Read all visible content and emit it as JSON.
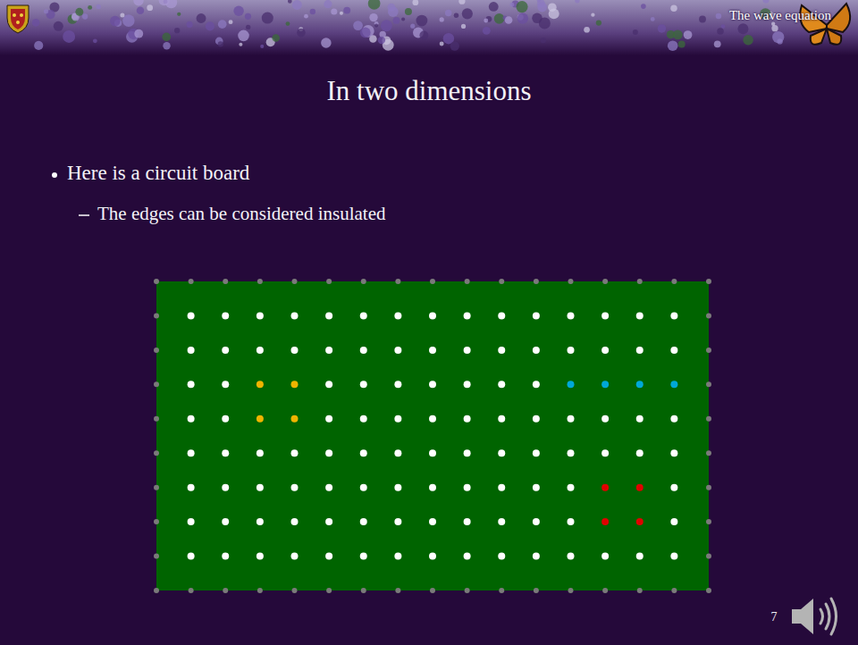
{
  "diagram": {
    "title": "In two dimensions",
    "labels": [
      "The wave equation",
      "Here is a circuit board",
      "The edges can be considered insulated",
      "7"
    ]
  }
}
